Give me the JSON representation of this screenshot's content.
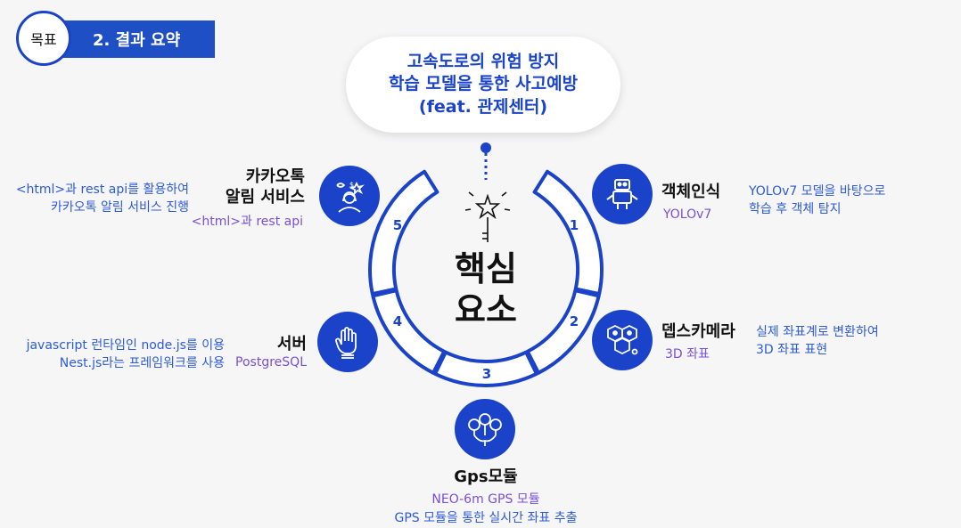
{
  "header": {
    "goal_label": "목표",
    "section_label": "2. 결과 요약"
  },
  "title": {
    "line1": "고속도로의 위험 방지",
    "line2": "학습 모델을 통한 사고예방",
    "line3": "(feat. 관제센터)"
  },
  "center": {
    "line1": "핵심",
    "line2": "요소"
  },
  "segments": [
    "1",
    "2",
    "3",
    "4",
    "5"
  ],
  "items": {
    "object_detection": {
      "title": "객체인식",
      "sub": "YOLOv7",
      "desc1": "YOLOv7 모델을 바탕으로",
      "desc2": "학습 후 객체 탐지"
    },
    "depth_camera": {
      "title": "뎁스카메라",
      "sub": "3D 좌표",
      "desc1": "실제 좌표계로 변환하여",
      "desc2": "3D 좌표 표현"
    },
    "gps_module": {
      "title": "Gps모듈",
      "sub": "NEO-6m GPS 모듈",
      "desc1": "GPS 모듈을 통한 실시간 좌표 추출"
    },
    "server": {
      "title": "서버",
      "sub": "PostgreSQL",
      "desc1": "javascript 런타임인 node.js를 이용",
      "desc2": "Nest.js라는 프레임워크를 사용"
    },
    "kakao": {
      "title1": "카카오톡",
      "title2": "알림 서비스",
      "sub": "<html>과 rest api",
      "desc1": "<html>과 rest api를 활용하여",
      "desc2": "카카오톡 알림 서비스 진행"
    }
  },
  "colors": {
    "primary": "#1a43c9",
    "accent": "#7a4fd8",
    "desc": "#2d5bd8"
  }
}
